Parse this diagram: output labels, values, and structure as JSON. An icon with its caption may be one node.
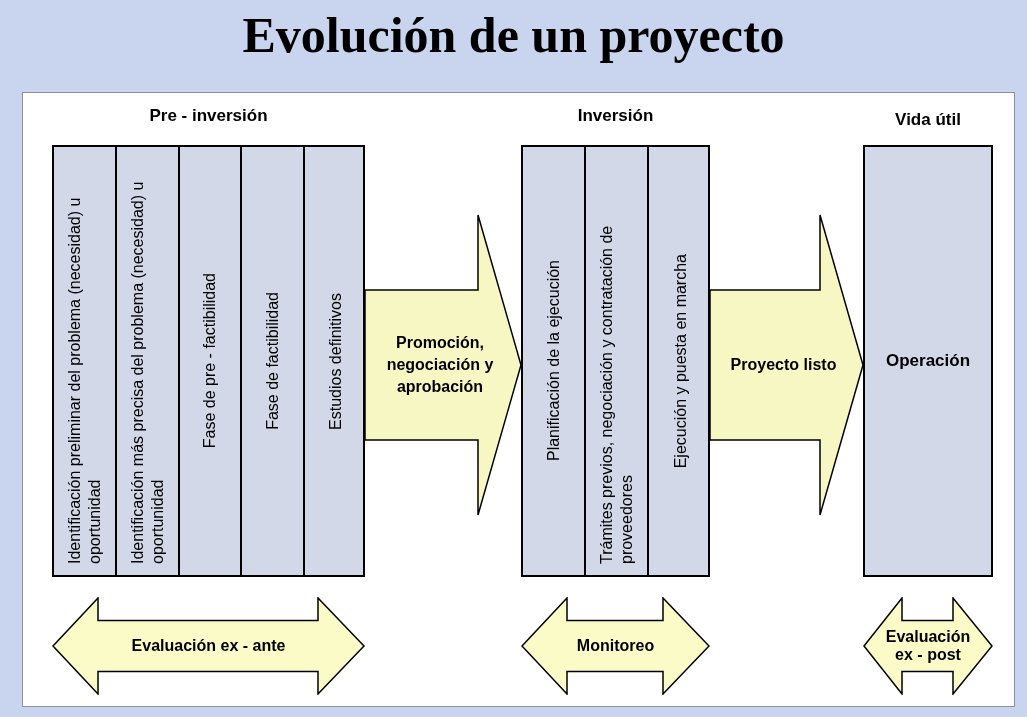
{
  "diagram": {
    "title": "Evolución de un proyecto",
    "nodes": [
      {
        "text": [
          "Pre - inversión"
        ]
      },
      {
        "text": [
          "Identificación preliminar del problema (necesidad) u oportunidad"
        ],
        "in": 0
      },
      {
        "text": [
          "Identificación más precisa del problema (necesidad) u oportunidad"
        ],
        "in": 0
      },
      {
        "text": [
          "Fase de pre - factibilidad"
        ],
        "in": 0
      },
      {
        "text": [
          "Fase de factibilidad"
        ],
        "in": 0
      },
      {
        "text": [
          "Estudios definitivos"
        ],
        "in": 0
      },
      {
        "text": [
          "Inversión"
        ]
      },
      {
        "text": [
          "Planificación de la ejecución"
        ],
        "in": 6
      },
      {
        "text": [
          "Trámites previos, negociación y contratación de proveedores"
        ],
        "in": 6
      },
      {
        "text": [
          "Ejecución y puesta en marcha"
        ],
        "in": 6
      },
      {
        "text": [
          "Vida útil",
          "Operación"
        ]
      },
      {
        "text": [
          "Evaluación ex - ante"
        ]
      },
      {
        "text": [
          "Monitoreo"
        ]
      },
      {
        "text": [
          "Evaluación ex - post"
        ]
      }
    ],
    "edges": [
      {
        "from": 0,
        "to": 6,
        "arrow": "to",
        "label": "Promoción, negociación y aprobación"
      },
      {
        "from": 6,
        "to": 10,
        "arrow": "to",
        "label": "Proyecto listo"
      }
    ]
  }
}
